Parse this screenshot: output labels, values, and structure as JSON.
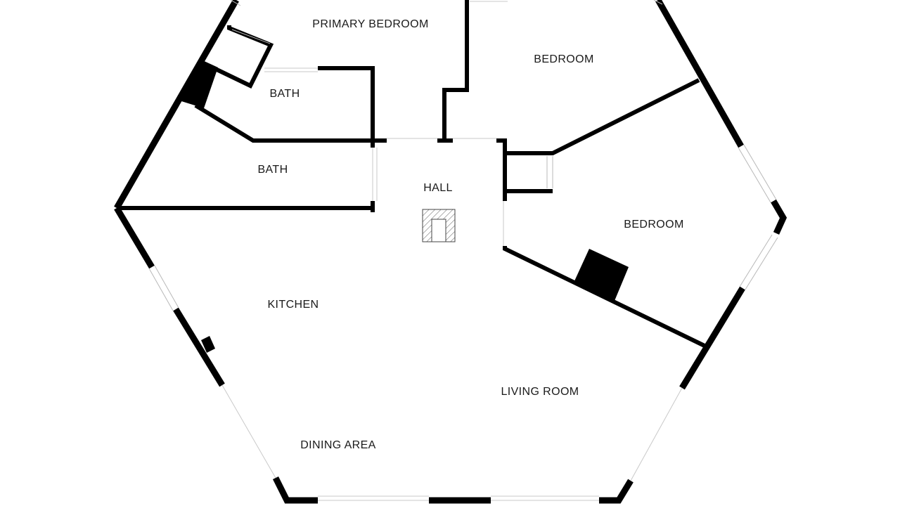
{
  "rooms": {
    "primary_bedroom": "PRIMARY BEDROOM",
    "bedroom_upper": "BEDROOM",
    "bath_upper": "BATH",
    "bath_lower": "BATH",
    "hall": "HALL",
    "bedroom_right": "BEDROOM",
    "kitchen": "KITCHEN",
    "living_room": "LIVING ROOM",
    "dining_area": "DINING AREA"
  }
}
